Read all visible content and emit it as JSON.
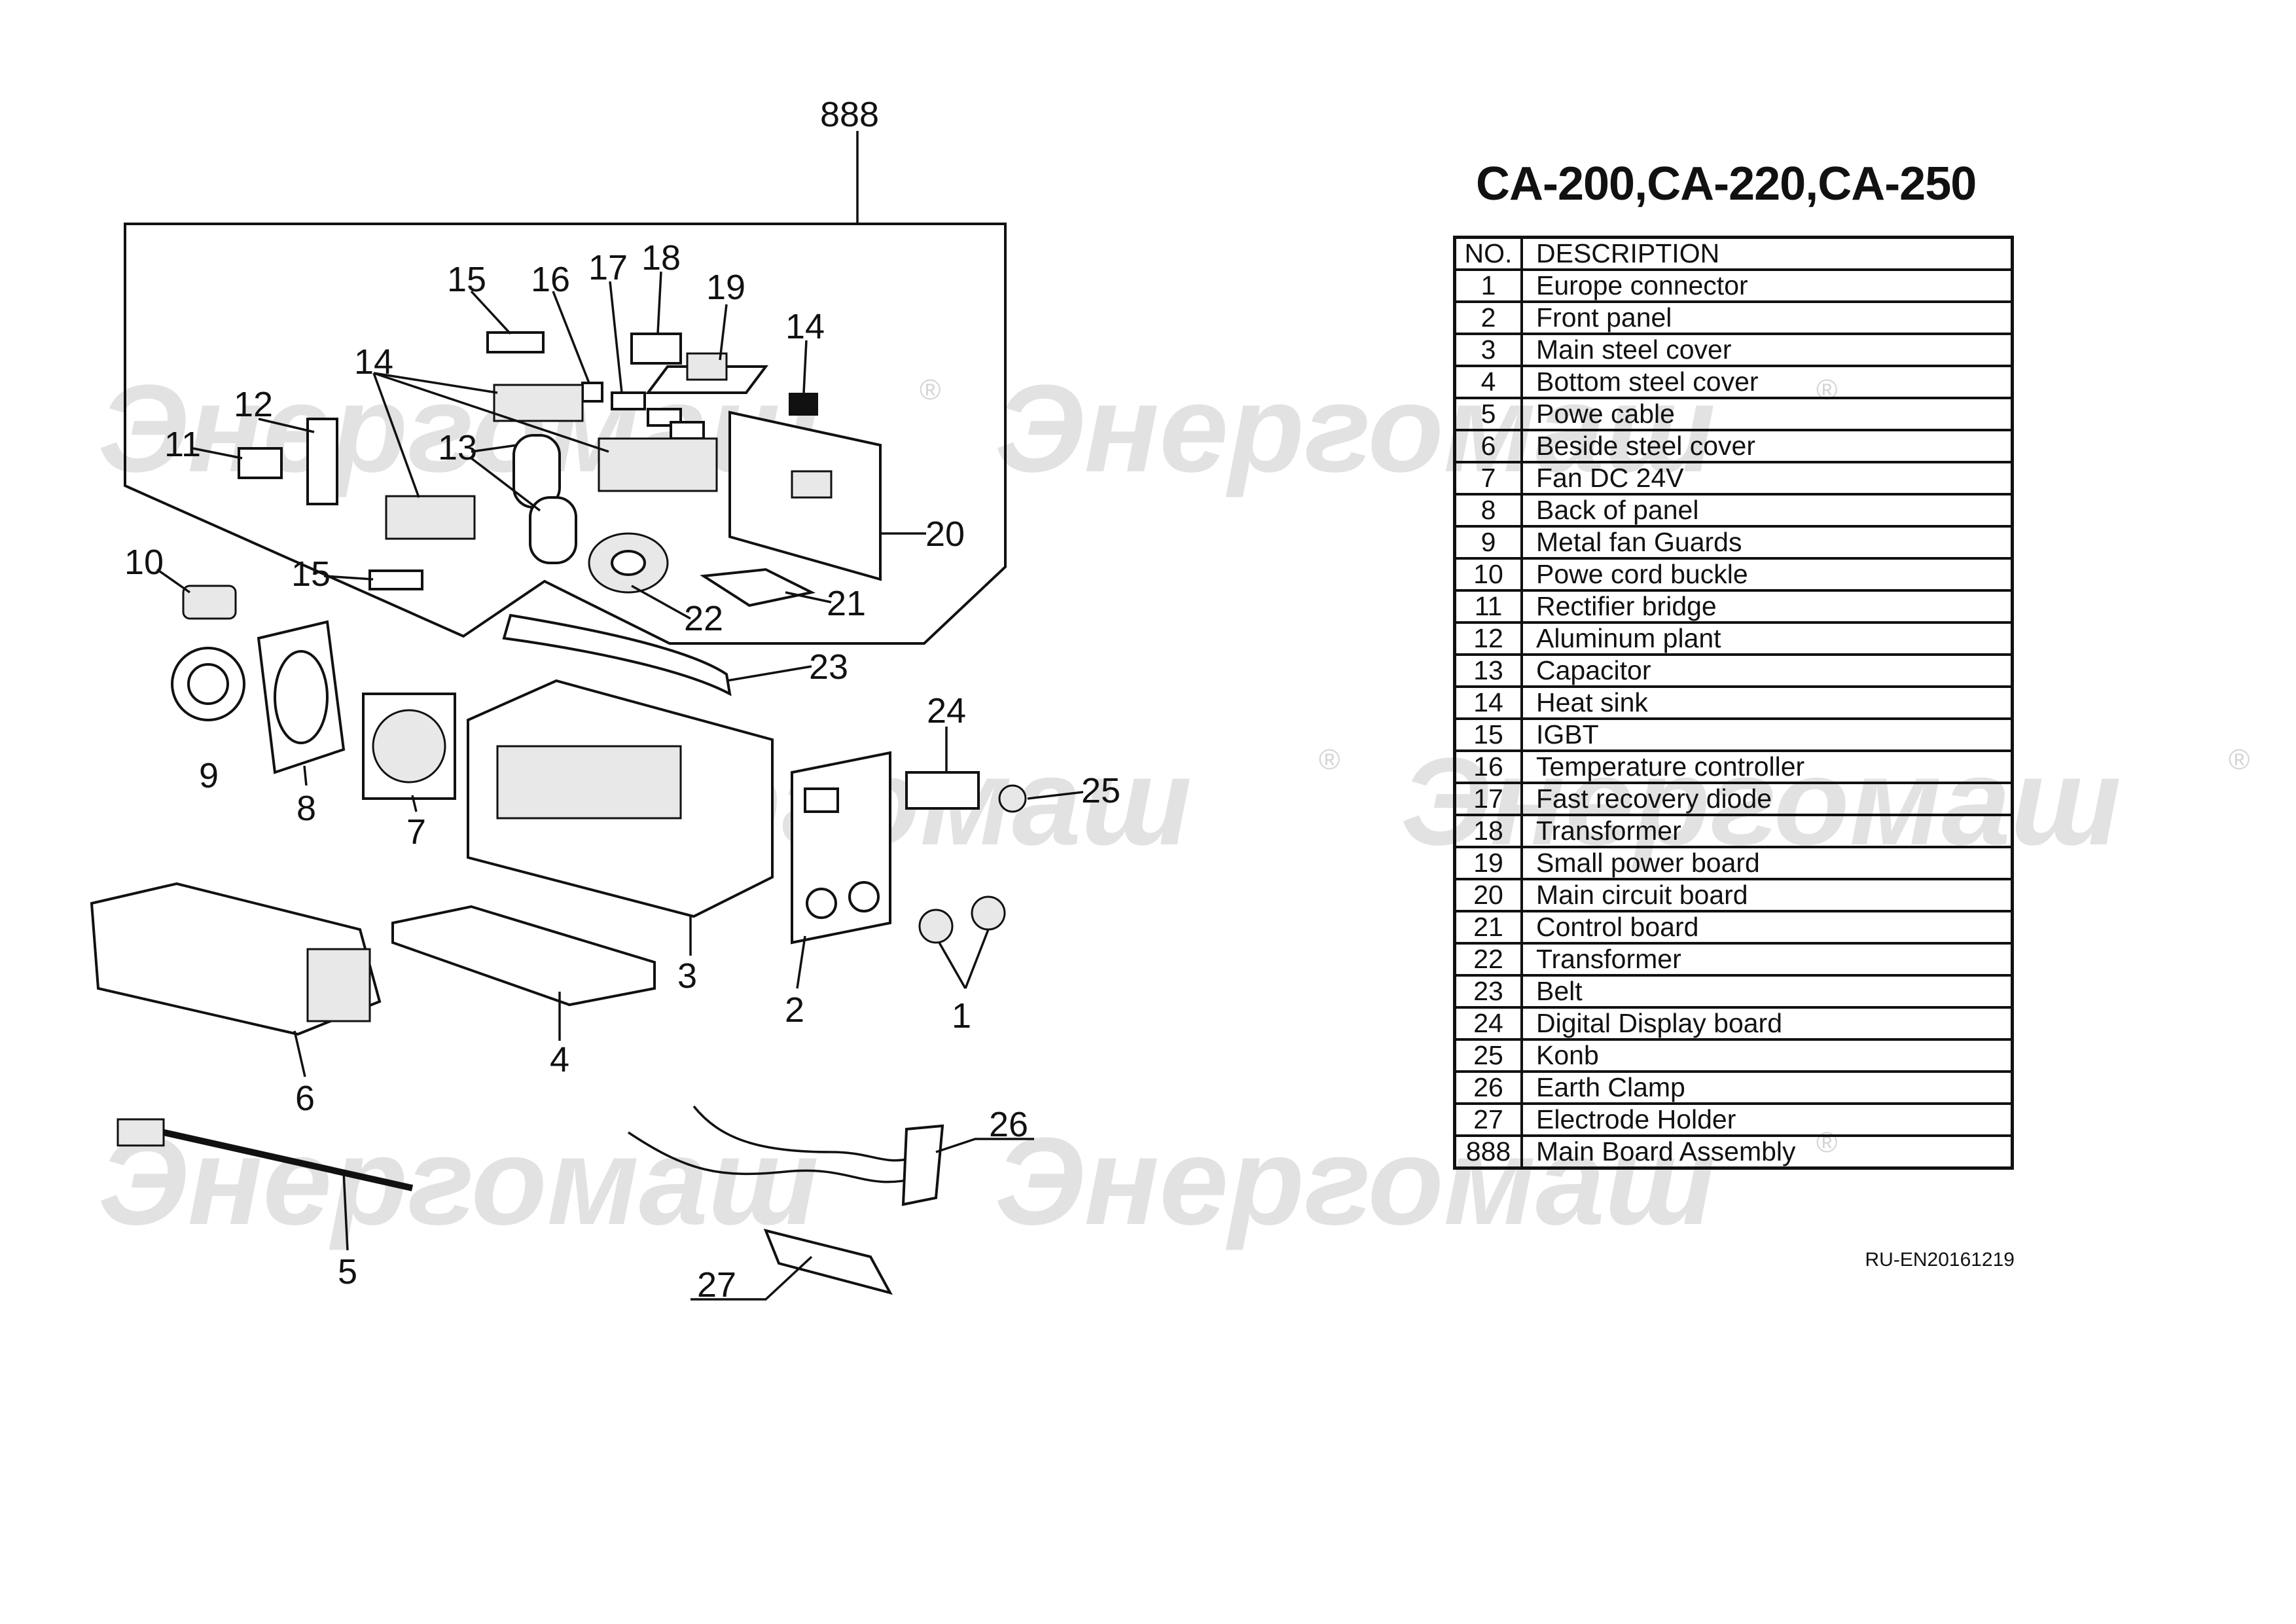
{
  "title": "CA-200,CA-220,CA-250",
  "table": {
    "header": {
      "no": "NO.",
      "description": "DESCRIPTION"
    },
    "rows": [
      {
        "no": "1",
        "description": "Europe connector"
      },
      {
        "no": "2",
        "description": "Front panel"
      },
      {
        "no": "3",
        "description": "Main steel cover"
      },
      {
        "no": "4",
        "description": "Bottom steel cover"
      },
      {
        "no": "5",
        "description": "Powe cable"
      },
      {
        "no": "6",
        "description": "Beside steel cover"
      },
      {
        "no": "7",
        "description": "Fan DC 24V"
      },
      {
        "no": "8",
        "description": "Back of panel"
      },
      {
        "no": "9",
        "description": "Metal fan Guards"
      },
      {
        "no": "10",
        "description": "Powe cord buckle"
      },
      {
        "no": "11",
        "description": "Rectifier bridge"
      },
      {
        "no": "12",
        "description": "Aluminum plant"
      },
      {
        "no": "13",
        "description": "Capacitor"
      },
      {
        "no": "14",
        "description": "Heat sink"
      },
      {
        "no": "15",
        "description": "IGBT"
      },
      {
        "no": "16",
        "description": "Temperature controller"
      },
      {
        "no": "17",
        "description": "Fast recovery diode"
      },
      {
        "no": "18",
        "description": "Transformer"
      },
      {
        "no": "19",
        "description": "Small power board"
      },
      {
        "no": "20",
        "description": "Main circuit board"
      },
      {
        "no": "21",
        "description": "Control board"
      },
      {
        "no": "22",
        "description": "Transformer"
      },
      {
        "no": "23",
        "description": "Belt"
      },
      {
        "no": "24",
        "description": "Digital Display board"
      },
      {
        "no": "25",
        "description": "Konb"
      },
      {
        "no": "26",
        "description": "Earth Clamp"
      },
      {
        "no": "27",
        "description": "Electrode Holder"
      },
      {
        "no": "888",
        "description": "Main Board Assembly"
      }
    ]
  },
  "footer_code": "RU-EN20161219",
  "watermark": {
    "text": "Энергомаш",
    "mark": "®"
  },
  "callouts": {
    "c888": "888",
    "c15a": "15",
    "c16": "16",
    "c17": "17",
    "c18": "18",
    "c19": "19",
    "c14a": "14",
    "c14b": "14",
    "c12": "12",
    "c11": "11",
    "c13": "13",
    "c20": "20",
    "c10": "10",
    "c15b": "15",
    "c21": "21",
    "c22": "22",
    "c23": "23",
    "c24": "24",
    "c25": "25",
    "c9": "9",
    "c8": "8",
    "c7": "7",
    "c3": "3",
    "c2": "2",
    "c1": "1",
    "c4": "4",
    "c6": "6",
    "c5": "5",
    "c26": "26",
    "c27": "27"
  }
}
